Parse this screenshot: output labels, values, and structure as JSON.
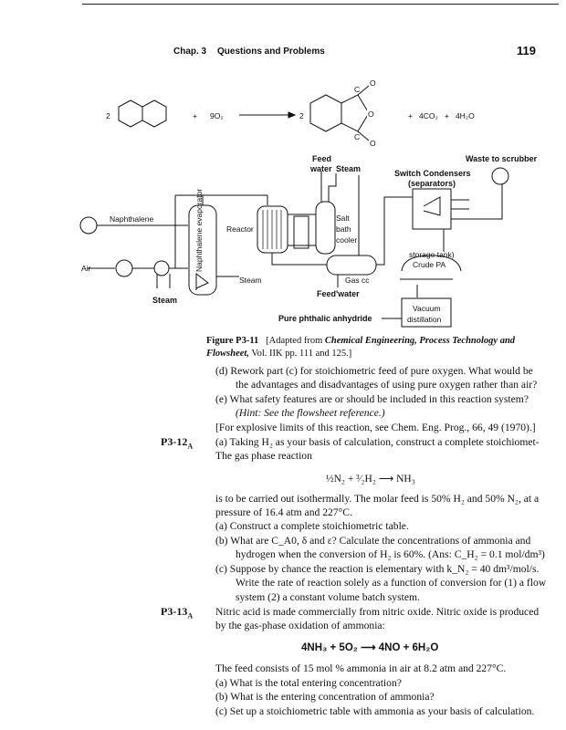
{
  "header": {
    "chapter": "Chap. 3",
    "section": "Questions and Problems",
    "page_number": "119"
  },
  "reaction_top": {
    "coef_left": "2",
    "plus1": "+",
    "oxygen": "9O₂",
    "coef_right": "2",
    "products": "+   4CO₂   +   4H₂O",
    "ring_o": "O",
    "c_top": "C",
    "c_bot": "C",
    "o_top": "O",
    "o_bot": "O"
  },
  "flowsheet": {
    "feed": "Feed",
    "water": "water",
    "steam_top": "Steam",
    "waste": "Waste to scrubber",
    "switch_condensers": "Switch Condensers",
    "separators": "(separators)",
    "naphthalene": "Naphthalene",
    "reactor": "Reactor",
    "salt": "Salt",
    "bath": "bath",
    "cooler": "cooler",
    "evaporator": "Naphthalene evaporator",
    "air": "Air",
    "storage_tank": "storage tank)",
    "crude_pa": "Crude PA",
    "steam_mid": "Steam",
    "gas_cooler": "Gas cc",
    "feed_water": "Feed'water",
    "steam_bottom": "Steam",
    "vacuum": "Vacuum",
    "distillation": "distillation",
    "pure_pa": "Pure phthalic anhydride"
  },
  "caption": {
    "label": "Figure P3-11",
    "line1_rest": "[Adapted from",
    "source": "Chemical Engineering, Process Technology and",
    "line2_italic": "Flowsheet,",
    "line2_rest": "Vol. IIK pp. 111 and 125.]"
  },
  "body": {
    "l1": "(d)  Rework part (c) for stoichiometric feed of pure oxygen. What would be",
    "l2": "the advantages and disadvantages of using pure oxygen rather than air?",
    "l3": "(e)  What safety features are or should be included in this reaction system?",
    "l4": "(Hint: See the flowsheet reference.)",
    "l5": "[For explosive limits of this reaction, see Chem. Eng. Prog., 66, 49 (1970).]",
    "p312_label": "P3-12",
    "p312_sub": "A",
    "l6": "(a)  Taking H₂ as your basis of calculation, construct a complete stoichiomet-",
    "l7": "The gas phase reaction",
    "eq1": "½N₂ + ³⁄₂H₂ ⟶ NH₃",
    "l8": "is to be carried out isothermally. The molar feed is 50% H₂ and 50% N₂, at a",
    "l9": "pressure of 16.4 atm and 227°C.",
    "l10": "(a)  Construct a complete stoichiometric table.",
    "l11": "(b)  What are C_A0, δ and ε? Calculate the concentrations of ammonia and",
    "l12": "hydrogen when the conversion of H₂ is 60%. (Ans: C_H₂ = 0.1 mol/dm³)",
    "l13": "(c)  Suppose by chance the reaction is elementary with k_N₂ = 40 dm³/mol/s.",
    "l14": "Write the rate of reaction solely as a function of conversion for (1) a flow",
    "l15": "system (2) a constant volume batch system.",
    "p313_label": "P3-13",
    "p313_sub": "A",
    "l16": "Nitric acid is made commercially from nitric oxide. Nitric oxide is produced",
    "l17": "by the gas-phase oxidation of ammonia:",
    "eq2": "4NH₃ + 5O₂ ⟶ 4NO + 6H₂O",
    "l18": "The feed consists of 15 mol % ammonia in air at 8.2 atm and 227°C.",
    "l19": "(a)  What is the total entering concentration?",
    "l20": "(b)  What is the entering concentration of ammonia?",
    "l21": "(c)  Set up a stoichiometric table with ammonia as your basis of calculation."
  }
}
